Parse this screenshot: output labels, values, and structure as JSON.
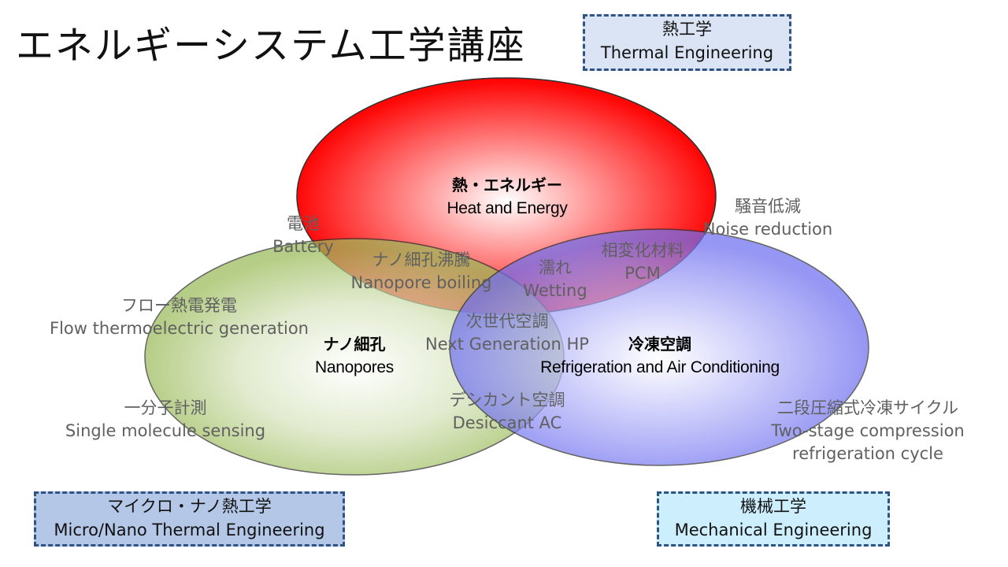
{
  "title": "エネルギーシステム工学講座",
  "boxes": {
    "thermal": {
      "jp": "熱工学",
      "en": "Thermal Engineering"
    },
    "micro": {
      "jp": "マイクロ・ナノ熱工学",
      "en": "Micro/Nano Thermal Engineering"
    },
    "mechanical": {
      "jp": "機械工学",
      "en": "Mechanical Engineering"
    }
  },
  "circles": {
    "heat": {
      "jp": "熱・エネルギー",
      "en": "Heat and Energy",
      "color": "#ff0000"
    },
    "nano": {
      "jp": "ナノ細孔",
      "en": "Nanopores",
      "color": "#9bbb59"
    },
    "hvac": {
      "jp": "冷凍空調",
      "en": "Refrigeration and Air Conditioning",
      "color": "#6f6ff0"
    }
  },
  "topics": {
    "battery": {
      "jp": "電池",
      "en": "Battery"
    },
    "nanopore_boiling": {
      "jp": "ナノ細孔沸騰",
      "en": "Nanopore boiling"
    },
    "wetting": {
      "jp": "濡れ",
      "en": "Wetting"
    },
    "pcm": {
      "jp": "相変化材料",
      "en": "PCM"
    },
    "noise": {
      "jp": "騒音低減",
      "en": "Noise reduction"
    },
    "flow_te": {
      "jp": "フロー熱電発電",
      "en": "Flow thermoelectric generation"
    },
    "next_hp": {
      "jp": "次世代空調",
      "en": "Next Generation HP"
    },
    "desiccant": {
      "jp": "デシカント空調",
      "en": "Desiccant AC"
    },
    "single_molecule": {
      "jp": "一分子計測",
      "en": "Single molecule sensing"
    },
    "two_stage": {
      "jp": "二段圧縮式冷凍サイクル",
      "en1": "Two-stage compression",
      "en2": "refrigeration cycle"
    }
  }
}
